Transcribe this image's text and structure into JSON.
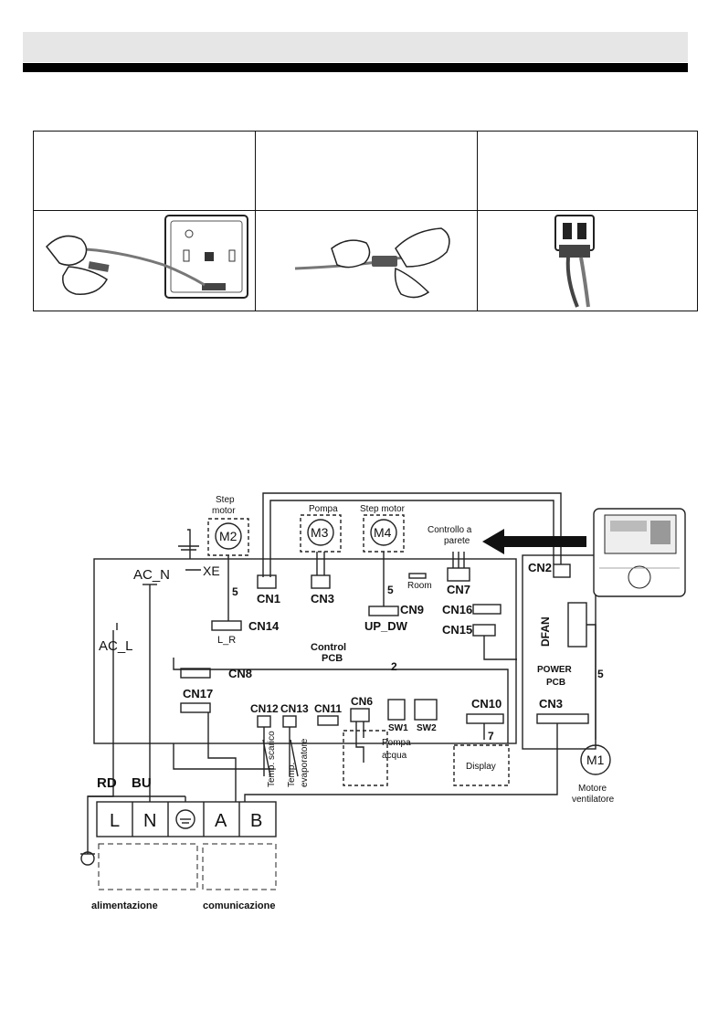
{
  "diagram": {
    "motors": {
      "m2": {
        "caption_line1": "Step",
        "caption_line2": "motor",
        "label": "M2"
      },
      "m3": {
        "caption": "Pompa",
        "label": "M3"
      },
      "m4": {
        "caption": "Step motor",
        "label": "M4"
      },
      "m1": {
        "label": "M1",
        "caption_line1": "Motore",
        "caption_line2": "ventilatore"
      }
    },
    "wall_controller": {
      "caption_line1": "Controllo a",
      "caption_line2": "parete"
    },
    "control_pcb": {
      "line1": "Control",
      "line2": "PCB"
    },
    "power_pcb": {
      "line1": "POWER",
      "line2": "PCB"
    },
    "connectors": {
      "ac_n": "AC_N",
      "ac_l": "AC_L",
      "xe": "XE",
      "cn1": "CN1",
      "cn3": "CN3",
      "cn9": "CN9",
      "up_dw": "UP_DW",
      "room": "Room",
      "cn7": "CN7",
      "cn16": "CN16",
      "cn15": "CN15",
      "cn14": "CN14",
      "l_r": "L_R",
      "cn8": "CN8",
      "cn17": "CN17",
      "cn12": "CN12",
      "cn13": "CN13",
      "cn11": "CN11",
      "cn6": "CN6",
      "sw1": "SW1",
      "sw2": "SW2",
      "cn10": "CN10",
      "cn2": "CN2",
      "dfan": "DFAN",
      "cn3_power": "CN3"
    },
    "wire_counts": {
      "w5a": "5",
      "w5b": "5",
      "w2": "2",
      "w5c": "5",
      "w7": "7"
    },
    "sensors": {
      "scarico_line1": "Temp. scarico",
      "evap_line1": "Temp.",
      "evap_line2": "evaporatore"
    },
    "pump_water": {
      "line1": "Pompa",
      "line2": "acqua"
    },
    "display": "Display",
    "wire_colors": {
      "rd": "RD",
      "bu": "BU"
    },
    "terminals": {
      "l": "L",
      "n": "N",
      "a": "A",
      "b": "B"
    },
    "group_labels": {
      "power": "alimentazione",
      "comm": "comunicazione"
    }
  }
}
